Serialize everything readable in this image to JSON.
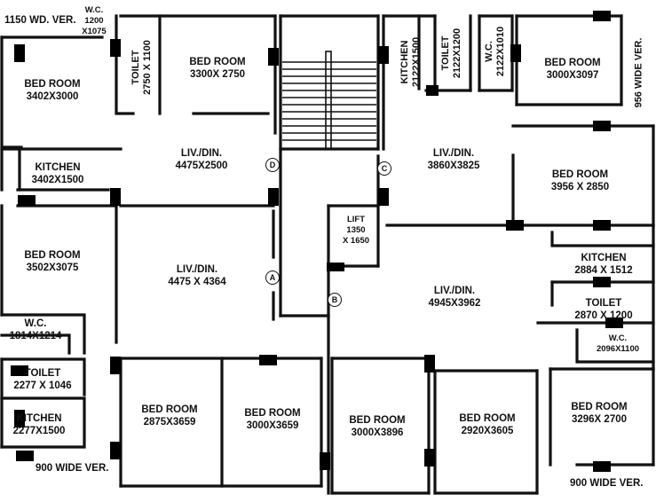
{
  "rooms": {
    "ver_top_left": "1150 WD. VER.",
    "wc_top_left": {
      "name": "W.C.",
      "dim1": "1200",
      "dim2": "X1075"
    },
    "toilet_top_left": {
      "name": "TOILET",
      "dim": "2750 X 1100"
    },
    "bed_top_left": {
      "name": "BED ROOM",
      "dim": "3402X3000"
    },
    "bed_top_mid": {
      "name": "BED ROOM",
      "dim": "3300X 2750"
    },
    "liv_top_left": {
      "name": "LIV./DIN.",
      "dim": "4475X2500"
    },
    "kitchen_mid_left": {
      "name": "KITCHEN",
      "dim": "3402X1500"
    },
    "kitchen_top_right": {
      "name": "KITCHEN",
      "dim": "2122X1500"
    },
    "toilet_top_right": {
      "name": "TOILET",
      "dim": "2122X1200"
    },
    "wc_top_right": {
      "name": "W.C.",
      "dim": "2122X1010"
    },
    "bed_top_right": {
      "name": "BED ROOM",
      "dim": "3000X3097"
    },
    "ver_right": "956 WIDE VER.",
    "liv_top_right": {
      "name": "LIV./DIN.",
      "dim": "3860X3825"
    },
    "bed_right_mid": {
      "name": "BED ROOM",
      "dim": "3956 X 2850"
    },
    "lift": {
      "name": "LIFT",
      "dim1": "1350",
      "dim2": "X 1650"
    },
    "bed_left_mid": {
      "name": "BED ROOM",
      "dim": "3502X3075"
    },
    "liv_bottom_left": {
      "name": "LIV./DIN.",
      "dim": "4475 X 4364"
    },
    "kitchen_right": {
      "name": "KITCHEN",
      "dim": "2884 X 1512"
    },
    "toilet_right": {
      "name": "TOILET",
      "dim": "2870 X 1200"
    },
    "wc_right": {
      "name": "W.C.",
      "dim": "2096X1100"
    },
    "liv_bottom_right": {
      "name": "LIV./DIN.",
      "dim": "4945X3962"
    },
    "wc_left": {
      "name": "W.C.",
      "dim": "1814X1214"
    },
    "toilet_left": {
      "name": "TOILET",
      "dim": "2277 X 1046"
    },
    "kitchen_bottom_left": {
      "name": "KITCHEN",
      "dim": "2277X1500"
    },
    "ver_bottom_left": "900 WIDE VER.",
    "bed_b1": {
      "name": "BED ROOM",
      "dim": "2875X3659"
    },
    "bed_b2": {
      "name": "BED ROOM",
      "dim": "3000X3659"
    },
    "bed_b3": {
      "name": "BED ROOM",
      "dim": "3000X3896"
    },
    "bed_b4": {
      "name": "BED ROOM",
      "dim": "2920X3605"
    },
    "bed_b5": {
      "name": "BED ROOM",
      "dim": "3296X 2700"
    },
    "ver_bottom_right": "900 WIDE VER."
  },
  "markers": {
    "a": "A",
    "b": "B",
    "c": "C",
    "d": "D"
  }
}
